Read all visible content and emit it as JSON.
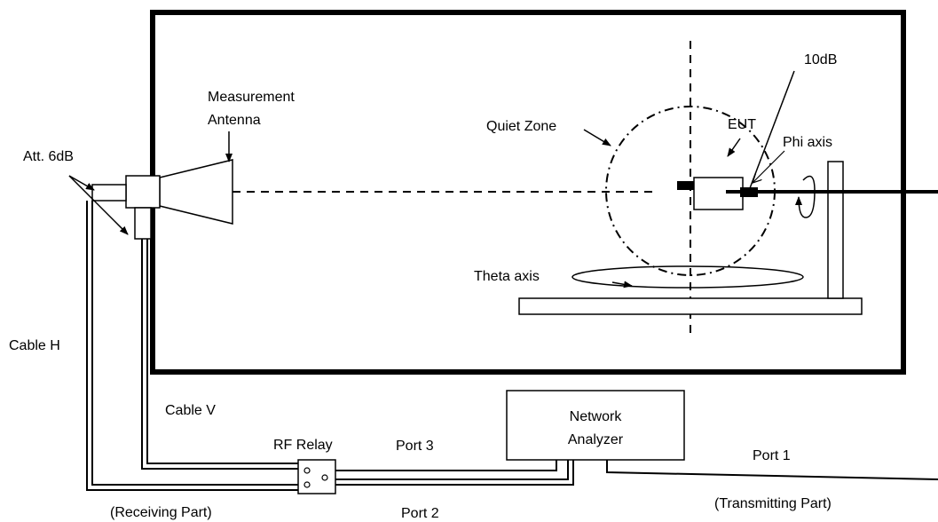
{
  "labels": {
    "measurement_antenna_line1": "Measurement",
    "measurement_antenna_line2": "Antenna",
    "attenuator": "Att. 6dB",
    "quiet_zone": "Quiet Zone",
    "eut": "EUT",
    "attenuator_10db": "10dB",
    "phi_axis": "Phi axis",
    "theta_axis": "Theta axis",
    "cable_h": "Cable H",
    "cable_v": "Cable V",
    "rf_relay": "RF Relay",
    "port3": "Port 3",
    "port2": "Port 2",
    "port1": "Port 1",
    "network_analyzer_line1": "Network",
    "network_analyzer_line2": "Analyzer",
    "receiving_part": "(Receiving Part)",
    "transmitting_part": "(Transmitting Part)"
  }
}
